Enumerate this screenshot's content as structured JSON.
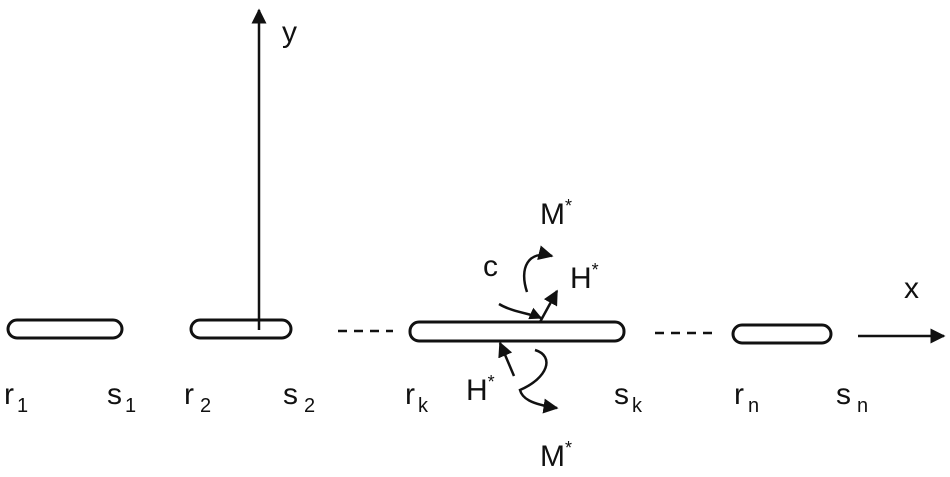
{
  "diagram": {
    "axes": {
      "x_label": "x",
      "y_label": "y"
    },
    "cracks": [
      {
        "start": {
          "base": "r",
          "sub": "1"
        },
        "end": {
          "base": "s",
          "sub": "1"
        }
      },
      {
        "start": {
          "base": "r",
          "sub": "2"
        },
        "end": {
          "base": "s",
          "sub": "2"
        }
      },
      {
        "start": {
          "base": "r",
          "sub": "k"
        },
        "end": {
          "base": "s",
          "sub": "k"
        }
      },
      {
        "start": {
          "base": "r",
          "sub": "n"
        },
        "end": {
          "base": "s",
          "sub": "n"
        }
      }
    ],
    "contour": {
      "label": "c"
    },
    "upper_face": {
      "moment": {
        "base": "M",
        "sup": "*"
      },
      "force": {
        "base": "H",
        "sup": "*"
      }
    },
    "lower_face": {
      "force": {
        "base": "H",
        "sup": "*"
      },
      "moment": {
        "base": "M",
        "sup": "*"
      }
    },
    "colors": {
      "ink": "#111111",
      "background": "#ffffff"
    }
  }
}
